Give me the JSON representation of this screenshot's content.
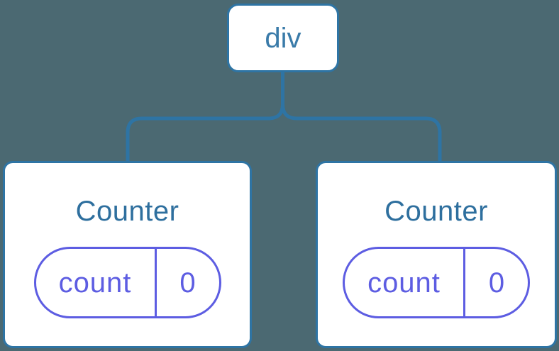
{
  "diagram": {
    "description": "React component tree diagram",
    "tree": {
      "root": {
        "label": "div"
      },
      "children": [
        {
          "label": "Counter",
          "state": {
            "key": "count",
            "value": "0"
          }
        },
        {
          "label": "Counter",
          "state": {
            "key": "count",
            "value": "0"
          }
        }
      ]
    },
    "colors": {
      "background": "#4b6972",
      "edge_and_node_border": "#2e74a4",
      "node_background": "#ffffff",
      "root_label_text": "#3a7ba9",
      "component_label_text": "#2e6f9e",
      "state_pill": "#5d5de2"
    }
  }
}
